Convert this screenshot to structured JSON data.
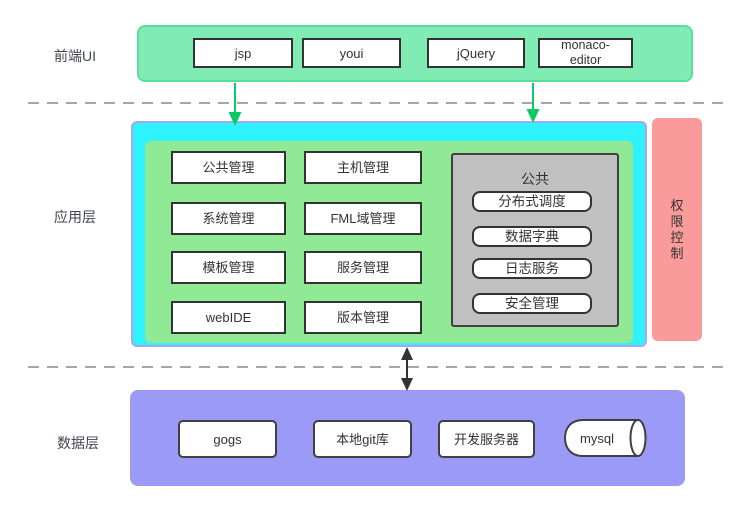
{
  "diagram": {
    "frontend": {
      "label": "前端UI",
      "items": [
        "jsp",
        "youi",
        "jQuery",
        "monaco-editor"
      ]
    },
    "application": {
      "label": "应用层",
      "modules": [
        "公共管理",
        "主机管理",
        "系统管理",
        "FML域管理",
        "模板管理",
        "服务管理",
        "webIDE",
        "版本管理"
      ],
      "common_group": {
        "title": "公共",
        "items": [
          "分布式调度",
          "数据字典",
          "日志服务",
          "安全管理"
        ]
      },
      "permission_label": "权限控制"
    },
    "data": {
      "label": "数据层",
      "items": [
        "gogs",
        "本地git库",
        "开发服务器"
      ],
      "database_label": "mysql"
    }
  },
  "colors": {
    "frontend_bg": "#80ebb2",
    "frontend_border": "#5bdd9b",
    "app_outer_bg": "#2ef2fc",
    "app_outer_border": "#a9a6f2",
    "app_inner_bg": "#90e995",
    "common_bg": "#c0c0c0",
    "common_border": "#404040",
    "permission_bg": "#f99b9b",
    "data_bg": "#9b9af7",
    "arrow_green": "#0bc965",
    "arrow_black": "#333333",
    "box_border": "#333333",
    "dash_line": "#a6a6a6"
  }
}
